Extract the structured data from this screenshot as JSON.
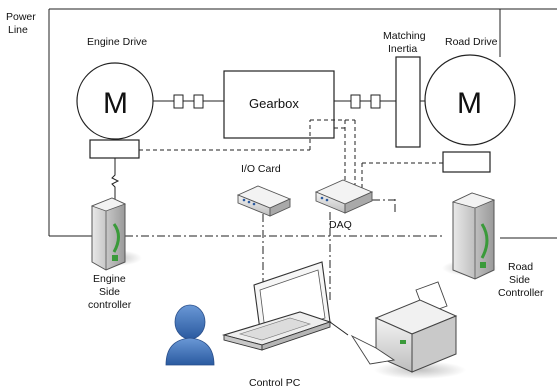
{
  "labels": {
    "power_line": [
      "Power",
      "Line"
    ],
    "engine_drive": "Engine Drive",
    "road_drive": "Road Drive",
    "matching_inertia": [
      "Matching",
      "Inertia"
    ],
    "gearbox": "Gearbox",
    "motor_left": "M",
    "motor_right": "M",
    "io_card": "I/O Card",
    "daq": "DAQ",
    "engine_controller": [
      "Engine",
      "Side",
      "controller"
    ],
    "road_controller": [
      "Road",
      "Side",
      "Controller"
    ],
    "control_pc": "Control PC"
  },
  "colors": {
    "line": "#222222",
    "device_gray": "#d8d8d8",
    "person_blue": "#3b6fb6",
    "accent_green": "#3a9a3a"
  },
  "icons": [
    "server-tower-icon",
    "laptop-icon",
    "printer-icon",
    "user-icon",
    "network-device-icon"
  ]
}
